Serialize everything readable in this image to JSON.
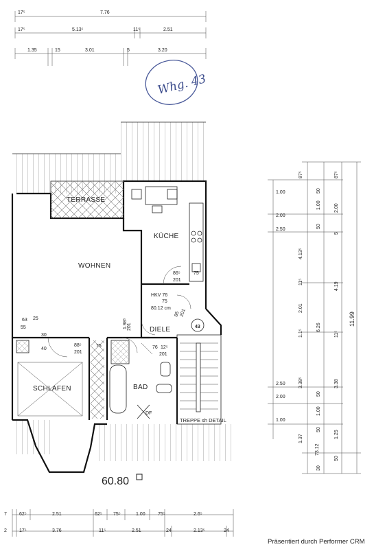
{
  "stamp": "Whg. 43",
  "rooms": {
    "terrasse": "TERRASSE",
    "kueche": "KÜCHE",
    "wohnen": "WOHNEN",
    "diele": "DIELE",
    "schlafen": "SCHLAFEN",
    "bad": "BAD",
    "treppe": "TREPPE sh DETAIL"
  },
  "area": "60.80",
  "footer": "Präsentiert durch Performer CRM",
  "annotations": {
    "hkv": "HKV 76",
    "hkv_75": "75",
    "hkv_80": "80.12 cm",
    "door_kueche": "201",
    "door_kueche_w": "86⁵",
    "k75": "75",
    "wohnen_w1": "63",
    "wohnen_w2": "55",
    "wohnen_w3": "25",
    "wohnen_30": "30",
    "schlafen_40": "40",
    "schlafen_door_w": "88⁵",
    "schlafen_door_h": "201",
    "bad_75": "75",
    "diele_76": "76",
    "diele_12": "12⁵",
    "diele_201": "201",
    "diele_201b": "201",
    "diele_w": "1.98⁵",
    "unit_no": "43",
    "df": "DF",
    "d85": "85",
    "d201c": "201"
  },
  "dims_top": {
    "row1": [
      "17⁵",
      "7.76"
    ],
    "row2": [
      "17⁵",
      "5.13⁵",
      "11⁵",
      "2.51"
    ],
    "row3": [
      "1.35",
      "15",
      "3.01",
      "5",
      "3.20"
    ]
  },
  "dims_bottom": {
    "row1": [
      "7",
      "62⁵",
      "2.51",
      "62⁵",
      "75⁵",
      "1.00",
      "75⁵",
      "2.6⁵"
    ],
    "row2": [
      "2",
      "17⁵",
      "3.76",
      "11⁵",
      "2.51",
      "24",
      "2.13⁵",
      "24"
    ]
  },
  "dims_right": {
    "col_a": [
      "1.00",
      "2.00",
      "2.50",
      "2.50",
      "2.00",
      "1.00"
    ],
    "col_b": [
      "87⁵",
      "4.13⁵",
      "11⁵",
      "2.01",
      "1.1⁵",
      "3.38⁵",
      "1.37",
      "73.12"
    ],
    "col_c": [
      "50",
      "1.00",
      "50",
      "6.26",
      "50",
      "1.00",
      "50",
      "30"
    ],
    "col_d": [
      "87⁵",
      "2.00",
      "5",
      "4.19",
      "11⁵",
      "3.38",
      "1.25",
      "50"
    ],
    "total": "11.99"
  }
}
